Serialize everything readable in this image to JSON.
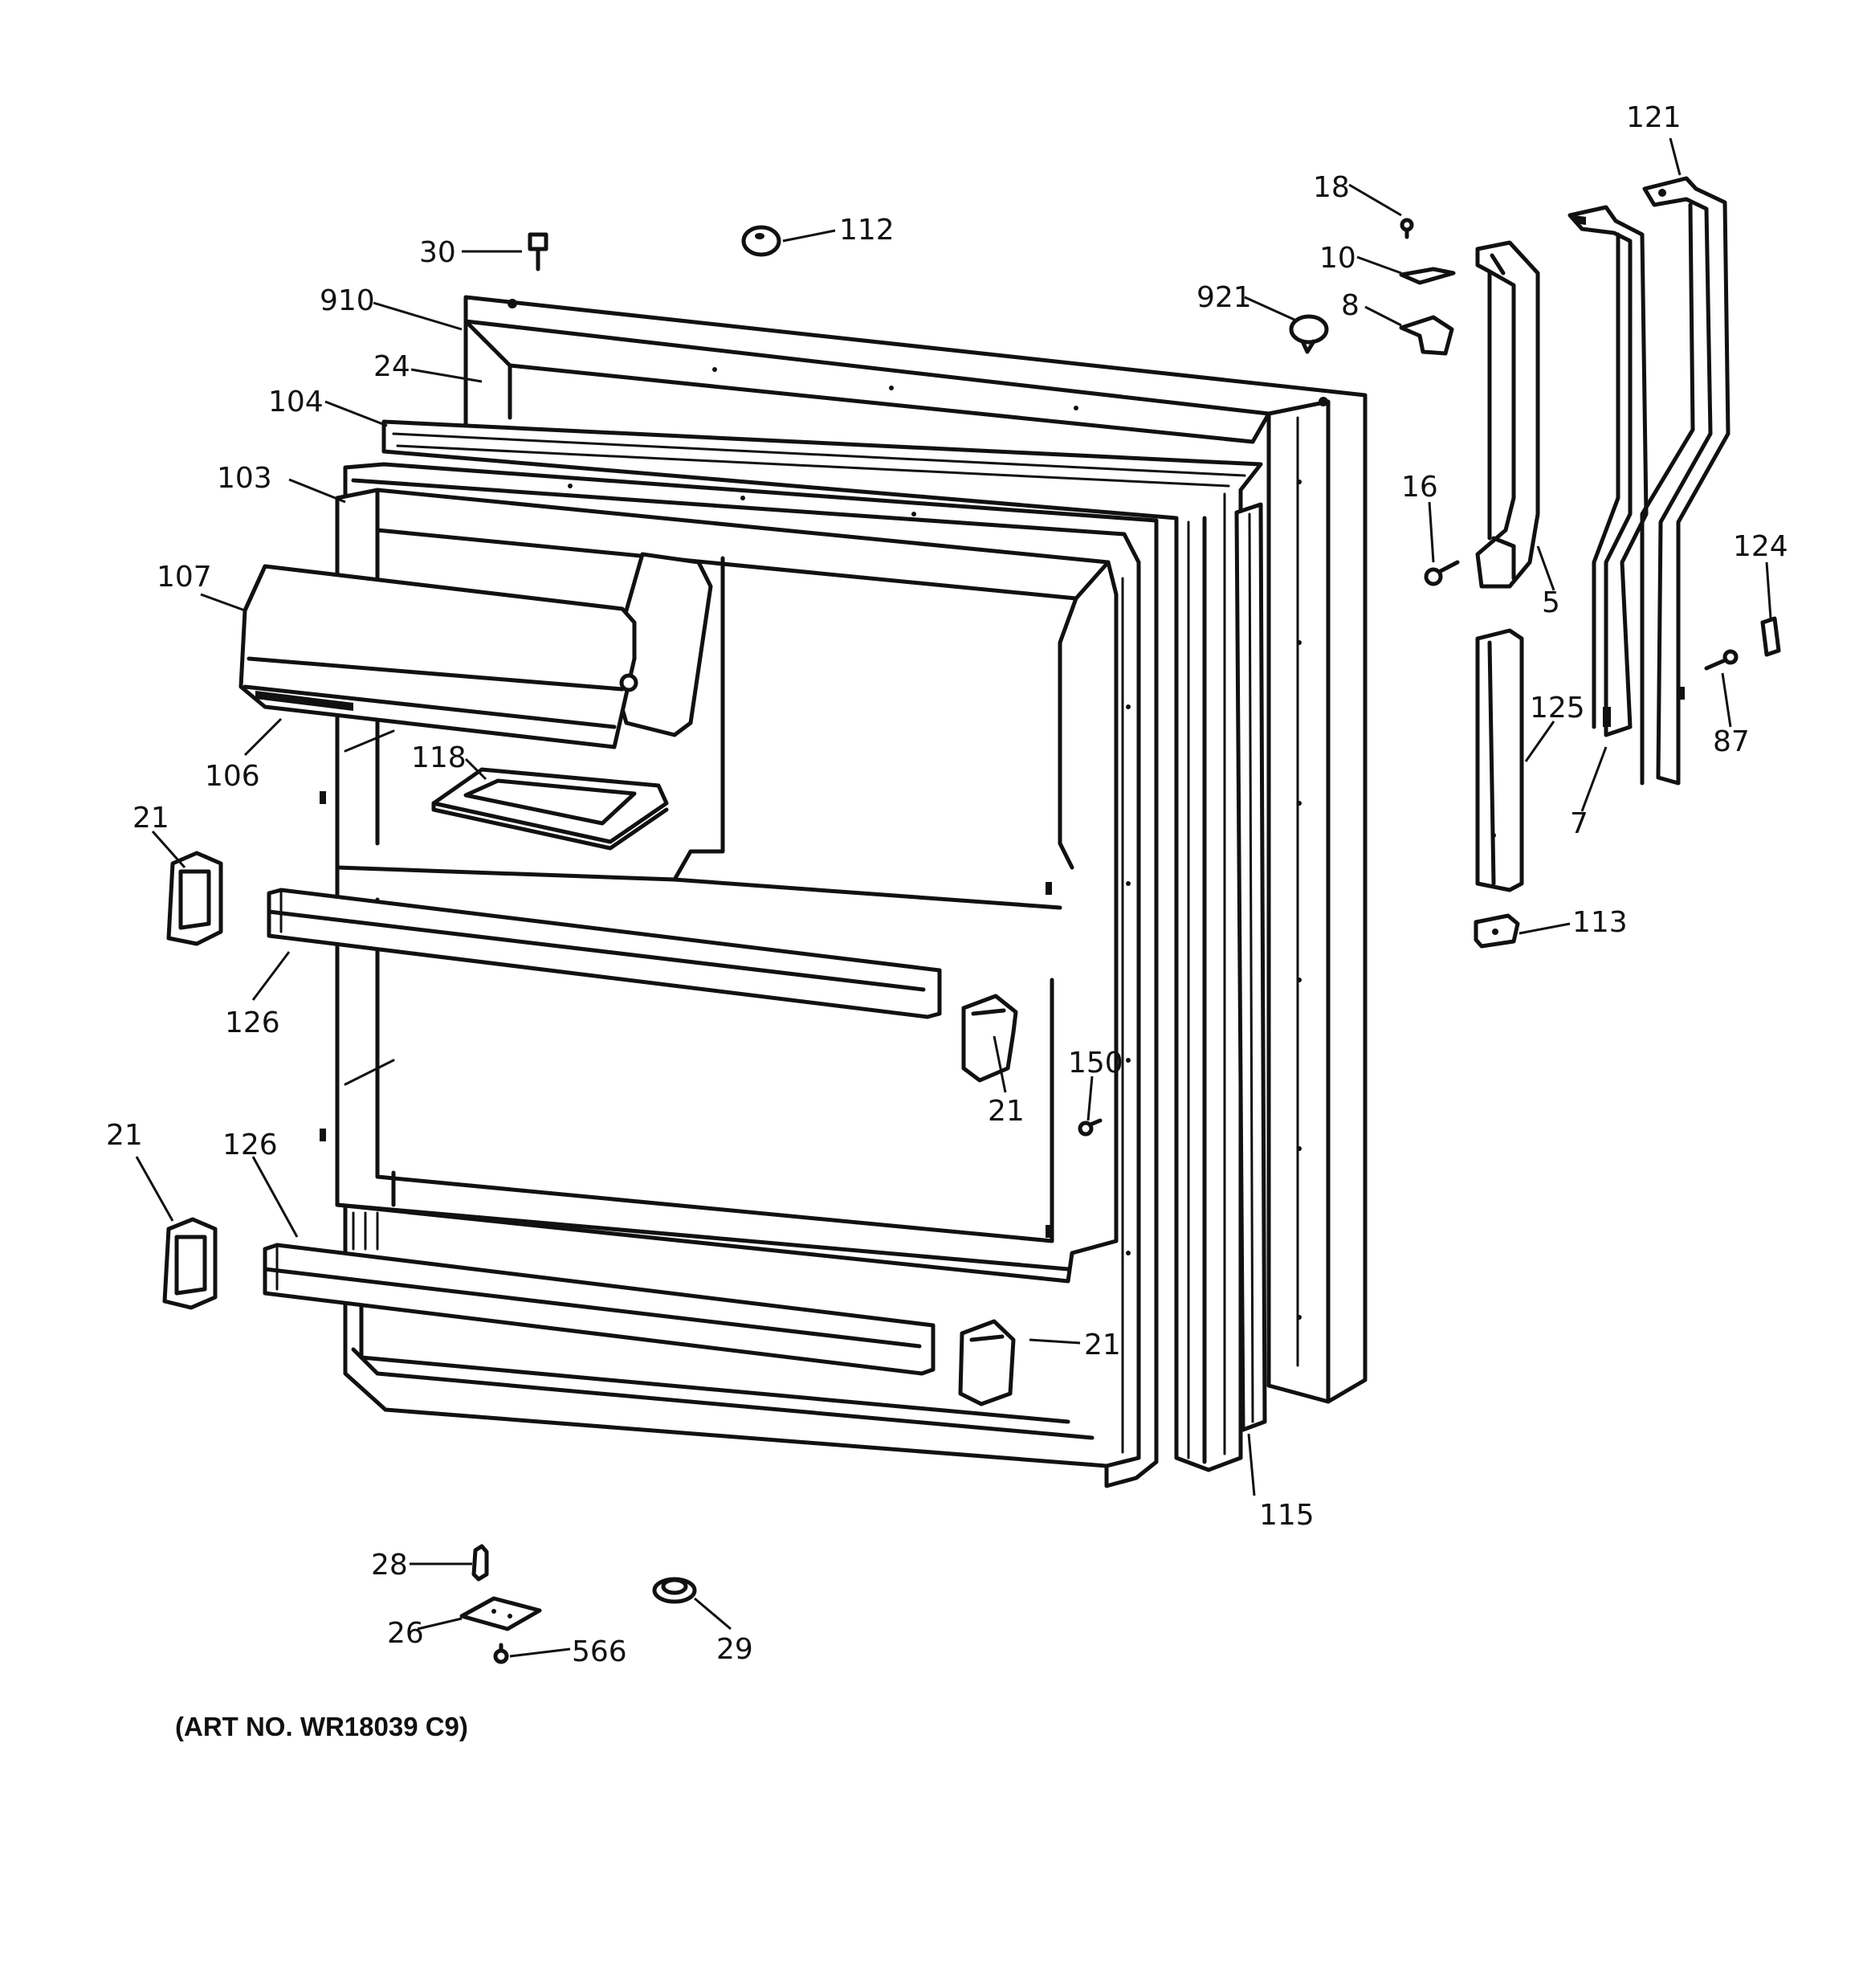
{
  "diagram": {
    "part_labels": {
      "p30": "30",
      "p112": "112",
      "p910": "910",
      "p24": "24",
      "p104": "104",
      "p103": "103",
      "p107": "107",
      "p106": "106",
      "p118": "118",
      "p21_a": "21",
      "p126_a": "126",
      "p21_b": "21",
      "p21_c": "21",
      "p126_b": "126",
      "p21_d": "21",
      "p150": "150",
      "p115": "115",
      "p28": "28",
      "p26": "26",
      "p566": "566",
      "p29": "29",
      "p18": "18",
      "p10": "10",
      "p921": "921",
      "p8": "8",
      "p16": "16",
      "p5": "5",
      "p121": "121",
      "p124": "124",
      "p125": "125",
      "p7": "7",
      "p87": "87",
      "p113": "113"
    },
    "art_number": "(ART NO. WR18039 C9)"
  }
}
